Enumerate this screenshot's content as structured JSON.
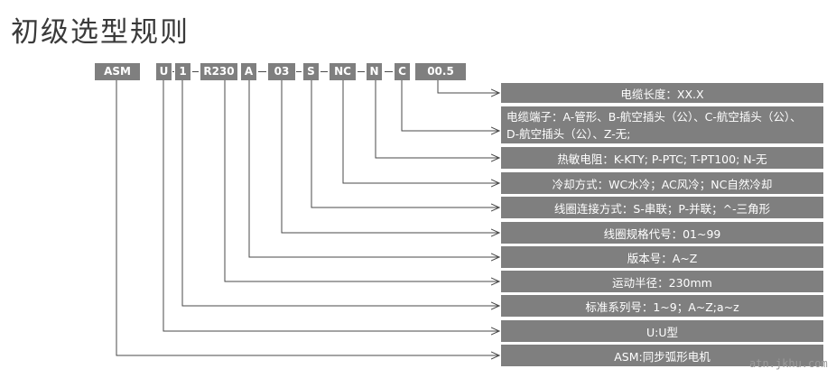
{
  "title": "初级选型规则",
  "code_segments": [
    "ASM",
    "U",
    "1",
    "R230",
    "A",
    "03",
    "S",
    "NC",
    "N",
    "C",
    "00.5"
  ],
  "descriptions": [
    "电缆长度：XX.X",
    "电缆端子：A-管形、B-航空插头（公）、C-航空插头（公）、\nD-航空插头（公）、Z-无;",
    "热敏电阻：K-KTY; P-PTC; T-PT100; N-无",
    "冷却方式：WC水冷；AC风冷；NC自然冷却",
    "线圈连接方式：S-串联；P-并联；^-三角形",
    "线圈规格代号：01~99",
    "版本号：A~Z",
    "运动半径：230mm",
    "标准系列号：1~9；A~Z;a~z",
    "U:U型",
    "ASM:同步弧形电机"
  ],
  "watermark": "atn.jkhu.com"
}
